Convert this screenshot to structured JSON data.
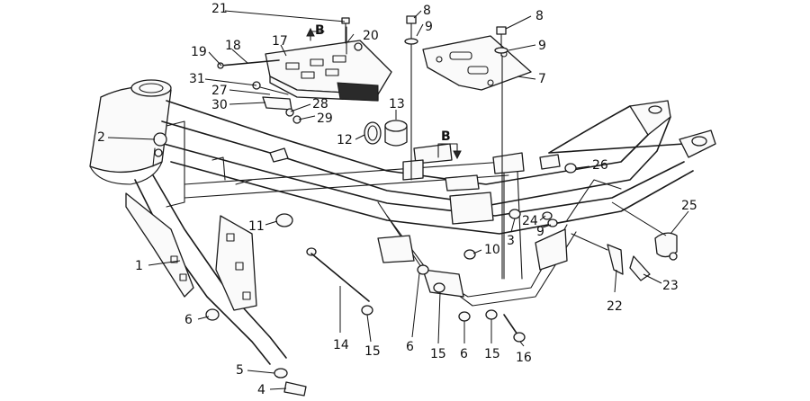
{
  "callouts": [
    {
      "id": "c1",
      "text": "1"
    },
    {
      "id": "c2",
      "text": "2"
    },
    {
      "id": "c3",
      "text": "3"
    },
    {
      "id": "c4",
      "text": "4"
    },
    {
      "id": "c5",
      "text": "5"
    },
    {
      "id": "c6a",
      "text": "6"
    },
    {
      "id": "c6b",
      "text": "6"
    },
    {
      "id": "c6c",
      "text": "6"
    },
    {
      "id": "c7",
      "text": "7"
    },
    {
      "id": "c8a",
      "text": "8"
    },
    {
      "id": "c8b",
      "text": "8"
    },
    {
      "id": "c9a",
      "text": "9"
    },
    {
      "id": "c9b",
      "text": "9"
    },
    {
      "id": "c9c",
      "text": "9"
    },
    {
      "id": "c10",
      "text": "10"
    },
    {
      "id": "c11",
      "text": "11"
    },
    {
      "id": "c12",
      "text": "12"
    },
    {
      "id": "c13",
      "text": "13"
    },
    {
      "id": "c14",
      "text": "14"
    },
    {
      "id": "c15a",
      "text": "15"
    },
    {
      "id": "c15b",
      "text": "15"
    },
    {
      "id": "c15c",
      "text": "15"
    },
    {
      "id": "c16",
      "text": "16"
    },
    {
      "id": "c17",
      "text": "17"
    },
    {
      "id": "c18",
      "text": "18"
    },
    {
      "id": "c19",
      "text": "19"
    },
    {
      "id": "c20",
      "text": "20"
    },
    {
      "id": "c21",
      "text": "21"
    },
    {
      "id": "c22",
      "text": "22"
    },
    {
      "id": "c23",
      "text": "23"
    },
    {
      "id": "c24",
      "text": "24"
    },
    {
      "id": "c25",
      "text": "25"
    },
    {
      "id": "c26",
      "text": "26"
    },
    {
      "id": "c27",
      "text": "27"
    },
    {
      "id": "c28",
      "text": "28"
    },
    {
      "id": "c29",
      "text": "29"
    },
    {
      "id": "c30",
      "text": "30"
    },
    {
      "id": "c31",
      "text": "31"
    }
  ],
  "view_markers": [
    {
      "id": "b1",
      "text": "B"
    },
    {
      "id": "b2",
      "text": "B"
    }
  ]
}
